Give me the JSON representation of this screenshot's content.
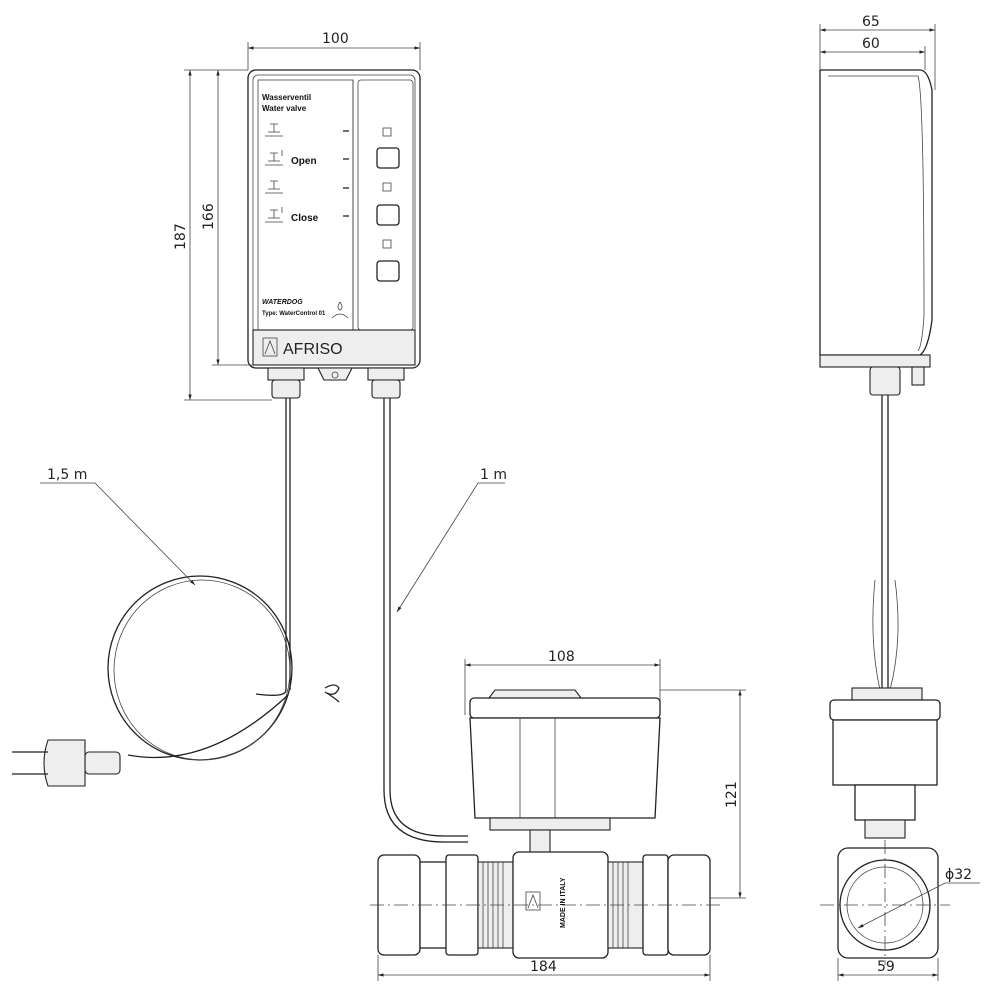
{
  "dimensions": {
    "box_width": "100",
    "box_height_total": "187",
    "box_height": "166",
    "side_depth_total": "65",
    "side_depth": "60",
    "power_cable_length": "1,5 m",
    "valve_cable_length": "1 m",
    "actuator_width": "108",
    "valve_height": "121",
    "valve_length": "184",
    "valve_side_width": "59",
    "pipe_diameter": "ϕ32"
  },
  "controller": {
    "title_de": "Wasserventil",
    "title_en": "Water valve",
    "open_label": "Open",
    "close_label": "Close",
    "brand": "WATERDOG",
    "type_label": "Type: WaterControl 01",
    "logo": "AFRISO"
  },
  "valve": {
    "origin_label": "MADE IN ITALY"
  }
}
